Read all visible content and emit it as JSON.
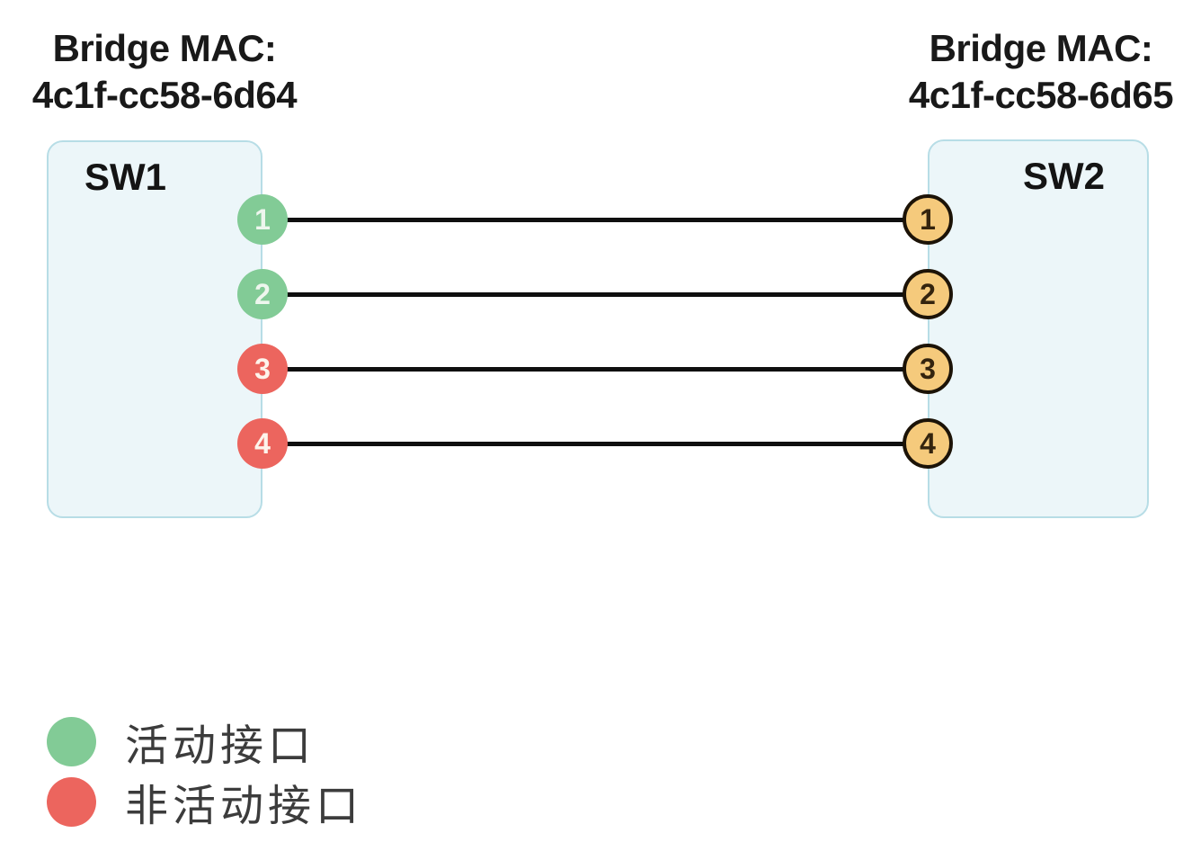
{
  "labels": {
    "bridge_mac": "Bridge MAC:"
  },
  "switches": [
    {
      "name": "SW1",
      "bridge_mac": "4c1f-cc58-6d64",
      "ports": [
        {
          "label": "1",
          "status": "active"
        },
        {
          "label": "2",
          "status": "active"
        },
        {
          "label": "3",
          "status": "inactive"
        },
        {
          "label": "4",
          "status": "inactive"
        }
      ]
    },
    {
      "name": "SW2",
      "bridge_mac": "4c1f-cc58-6d65",
      "ports": [
        {
          "label": "1"
        },
        {
          "label": "2"
        },
        {
          "label": "3"
        },
        {
          "label": "4"
        }
      ]
    }
  ],
  "links": [
    {
      "sw1_port": "1",
      "sw2_port": "1"
    },
    {
      "sw1_port": "2",
      "sw2_port": "2"
    },
    {
      "sw1_port": "3",
      "sw2_port": "3"
    },
    {
      "sw1_port": "4",
      "sw2_port": "4"
    }
  ],
  "legend": [
    {
      "label": "活动接口",
      "color": "#82cb96"
    },
    {
      "label": "非活动接口",
      "color": "#ec655e"
    }
  ],
  "colors": {
    "active-port": "#82cb96",
    "inactive-port": "#ec655e",
    "peer-port": "#f5ca7c",
    "peer-port-border": "#1c1307",
    "box-fill": "#ecf6f9",
    "box-border": "#b7dde6",
    "link": "#0f0f0f"
  }
}
